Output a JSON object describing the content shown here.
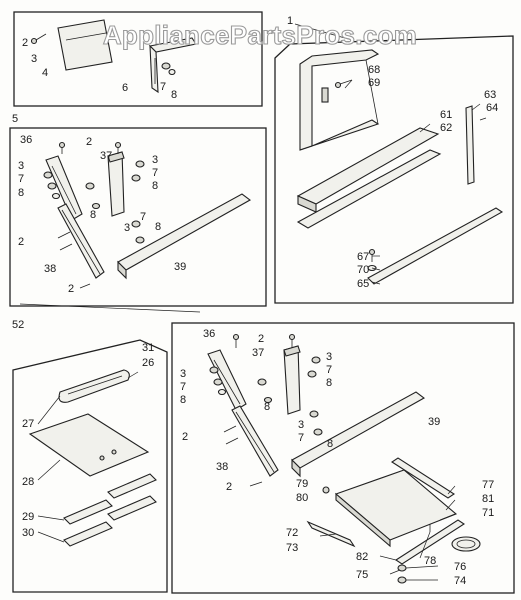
{
  "watermark": "AppliancePartsPros.com",
  "callouts": [
    {
      "id": "c1",
      "text": "1"
    },
    {
      "id": "c2a",
      "text": "2"
    },
    {
      "id": "c3a",
      "text": "3"
    },
    {
      "id": "c4",
      "text": "4"
    },
    {
      "id": "c5",
      "text": "5"
    },
    {
      "id": "c6",
      "text": "6"
    },
    {
      "id": "c7a",
      "text": "7"
    },
    {
      "id": "c8a",
      "text": "8"
    },
    {
      "id": "c68",
      "text": "68"
    },
    {
      "id": "c69",
      "text": "69"
    },
    {
      "id": "c63",
      "text": "63"
    },
    {
      "id": "c64",
      "text": "64"
    },
    {
      "id": "c61",
      "text": "61"
    },
    {
      "id": "c62",
      "text": "62"
    },
    {
      "id": "c67",
      "text": "67"
    },
    {
      "id": "c70",
      "text": "70"
    },
    {
      "id": "c65",
      "text": "65"
    },
    {
      "id": "c36a",
      "text": "36"
    },
    {
      "id": "c2b",
      "text": "2"
    },
    {
      "id": "c37a",
      "text": "37"
    },
    {
      "id": "c3b",
      "text": "3"
    },
    {
      "id": "c7b",
      "text": "7"
    },
    {
      "id": "c8b",
      "text": "8"
    },
    {
      "id": "c3c",
      "text": "3"
    },
    {
      "id": "c7c",
      "text": "7"
    },
    {
      "id": "c8c",
      "text": "8"
    },
    {
      "id": "c3d",
      "text": "3"
    },
    {
      "id": "c7d",
      "text": "7"
    },
    {
      "id": "c8d",
      "text": "8"
    },
    {
      "id": "c8e",
      "text": "8"
    },
    {
      "id": "c2c",
      "text": "2"
    },
    {
      "id": "c38a",
      "text": "38"
    },
    {
      "id": "c2d",
      "text": "2"
    },
    {
      "id": "c39a",
      "text": "39"
    },
    {
      "id": "c52",
      "text": "52"
    },
    {
      "id": "c31",
      "text": "31"
    },
    {
      "id": "c26",
      "text": "26"
    },
    {
      "id": "c27",
      "text": "27"
    },
    {
      "id": "c28",
      "text": "28"
    },
    {
      "id": "c29",
      "text": "29"
    },
    {
      "id": "c30",
      "text": "30"
    },
    {
      "id": "c36b",
      "text": "36"
    },
    {
      "id": "c2e",
      "text": "2"
    },
    {
      "id": "c37b",
      "text": "37"
    },
    {
      "id": "c3e",
      "text": "3"
    },
    {
      "id": "c7e",
      "text": "7"
    },
    {
      "id": "c8f",
      "text": "8"
    },
    {
      "id": "c3f",
      "text": "3"
    },
    {
      "id": "c7f",
      "text": "7"
    },
    {
      "id": "c8g",
      "text": "8"
    },
    {
      "id": "c3g",
      "text": "3"
    },
    {
      "id": "c7g",
      "text": "7"
    },
    {
      "id": "c8h",
      "text": "8"
    },
    {
      "id": "c8i",
      "text": "8"
    },
    {
      "id": "c2f",
      "text": "2"
    },
    {
      "id": "c38b",
      "text": "38"
    },
    {
      "id": "c2g",
      "text": "2"
    },
    {
      "id": "c39b",
      "text": "39"
    },
    {
      "id": "c79",
      "text": "79"
    },
    {
      "id": "c80",
      "text": "80"
    },
    {
      "id": "c77",
      "text": "77"
    },
    {
      "id": "c81",
      "text": "81"
    },
    {
      "id": "c71",
      "text": "71"
    },
    {
      "id": "c72",
      "text": "72"
    },
    {
      "id": "c73",
      "text": "73"
    },
    {
      "id": "c82",
      "text": "82"
    },
    {
      "id": "c78",
      "text": "78"
    },
    {
      "id": "c75",
      "text": "75"
    },
    {
      "id": "c76",
      "text": "76"
    },
    {
      "id": "c74",
      "text": "74"
    }
  ]
}
